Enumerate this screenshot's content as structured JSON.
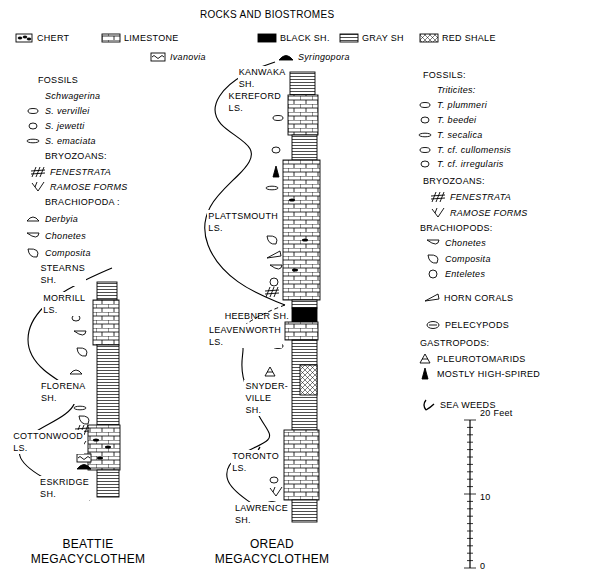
{
  "diagram": {
    "labels": [
      "ROCKS AND BIOSTROMES",
      "FOSSILS",
      "Schwagerina",
      "BRYOZOANS:",
      "BRACHIOPODA :",
      "FOSSILS:",
      "Triticites:",
      "BRYOZOANS:",
      "BRACHIOPODS:",
      "GASTROPODS:",
      "20 Feet",
      "10",
      "0",
      "STEARNS SH.",
      "MORRILL LS.",
      "FLORENA SH.",
      "COTTONWOOD LS.",
      "ESKRIDGE SH.",
      "BEATTIE MEGACYCLOTHEM",
      "KANWAKA SH.",
      "KEREFORD LS.",
      "PLATTSMOUTH LS.",
      "HEEBNER SH.",
      "LEAVENWORTH LS.",
      "SNYDER- VILLE SH.",
      "TORONTO LS.",
      "LAWRENCE SH.",
      "OREAD MEGACYCLOTHEM"
    ],
    "legend": [
      {
        "text": "CHERT"
      },
      {
        "text": "LIMESTONE"
      },
      {
        "text": "BLACK SH."
      },
      {
        "text": "GRAY SH"
      },
      {
        "text": "RED SHALE"
      },
      {
        "text": "Ivanovia"
      },
      {
        "text": "Syringopora"
      },
      {
        "text": "S. vervillei"
      },
      {
        "text": "S. jewetti"
      },
      {
        "text": "S. emaciata"
      },
      {
        "text": "FENESTRATA"
      },
      {
        "text": "RAMOSE FORMS"
      },
      {
        "text": "Derbyia"
      },
      {
        "text": "Chonetes"
      },
      {
        "text": "Composita"
      },
      {
        "text": "T. plummeri"
      },
      {
        "text": "T. beedei"
      },
      {
        "text": "T. secalica"
      },
      {
        "text": "T. cf. cullomensis"
      },
      {
        "text": "T. cf. irregularis"
      },
      {
        "text": "FENESTRATA"
      },
      {
        "text": "RAMOSE FORMS"
      },
      {
        "text": "Chonetes"
      },
      {
        "text": "Composita"
      },
      {
        "text": "Enteletes"
      },
      {
        "text": "HORN CORALS"
      },
      {
        "text": "PELECYPODS"
      },
      {
        "text": "PLEUROTOMARIDS"
      },
      {
        "text": "MOSTLY HIGH-SPIRED"
      },
      {
        "text": "SEA WEEDS"
      }
    ]
  }
}
